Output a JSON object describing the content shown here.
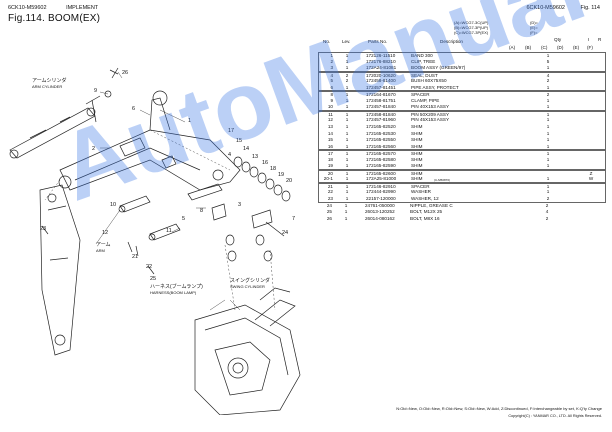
{
  "header": {
    "model_left": "6CK10-M59602",
    "section": "IMPLEMENT",
    "figure_title": "Fig.114.  BOOM(EX)",
    "model_right": "6CK10-M59602",
    "figure_right": "Fig. 114"
  },
  "legend_key": {
    "lines": [
      "(A)=WCG7-3C(UP)",
      "(B)=WCG7-3P(UP)",
      "(C)=WCG7-3P(EX)"
    ],
    "lines2": [
      "(D)=",
      "(E)=",
      "(F)="
    ]
  },
  "table": {
    "headers": {
      "no": "No.",
      "lev": "Lev.",
      "part": "Parts No.",
      "desc": "Description",
      "qty": "Qty",
      "i": "I",
      "r": "R",
      "qty_cols": [
        "(A)",
        "(B)",
        "(C)",
        "(D)",
        "(E)",
        "(F)"
      ]
    },
    "rows": [
      {
        "no": "1",
        "lev": "1",
        "part": "172126-11510",
        "desc": "BAND 300",
        "qty": "1",
        "rem": ""
      },
      {
        "no": "2",
        "lev": "1",
        "part": "172176-88210",
        "desc": "CLIP, TREE",
        "qty": "5",
        "rem": ""
      },
      {
        "no": "3",
        "lev": "1",
        "part": "172A24-81081",
        "desc": "BOOM ASSY (GREEN/97)",
        "qty": "1",
        "rem": ""
      },
      {
        "no": "4",
        "lev": "2",
        "part": "172020-10620",
        "desc": "SEAL, DUST",
        "qty": "4",
        "rem": ""
      },
      {
        "no": "5",
        "lev": "2",
        "part": "172458-81400",
        "desc": "BUSH 60X75X50",
        "qty": "2",
        "rem": ""
      },
      {
        "no": "6",
        "lev": "1",
        "part": "172457-81451",
        "desc": "PIPE ASSY, PROTECT",
        "qty": "1",
        "rem": ""
      },
      {
        "no": "8",
        "lev": "1",
        "part": "172164-81670",
        "desc": "SPACER",
        "qty": "2",
        "rem": ""
      },
      {
        "no": "9",
        "lev": "1",
        "part": "172458-81751",
        "desc": "CLAMP, PIPE",
        "qty": "1",
        "rem": ""
      },
      {
        "no": "10",
        "lev": "1",
        "part": "172457-81840",
        "desc": "PIN 40X153 ASSY",
        "qty": "1",
        "rem": ""
      },
      {
        "no": "11",
        "lev": "1",
        "part": "172458-81840",
        "desc": "PIN 50X209 ASSY",
        "qty": "1",
        "rem": ""
      },
      {
        "no": "12",
        "lev": "1",
        "part": "172457-81960",
        "desc": "PIN 45X153 ASSY",
        "qty": "1",
        "rem": ""
      },
      {
        "no": "13",
        "lev": "1",
        "part": "172165-82520",
        "desc": "SHIM",
        "qty": "1",
        "rem": ""
      },
      {
        "no": "14",
        "lev": "1",
        "part": "172165-82530",
        "desc": "SHIM",
        "qty": "1",
        "rem": ""
      },
      {
        "no": "15",
        "lev": "1",
        "part": "172165-82550",
        "desc": "SHIM",
        "qty": "1",
        "rem": ""
      },
      {
        "no": "16",
        "lev": "1",
        "part": "172165-82560",
        "desc": "SHIM",
        "qty": "1",
        "rem": ""
      },
      {
        "no": "17",
        "lev": "1",
        "part": "172165-82570",
        "desc": "SHIM",
        "qty": "1",
        "rem": ""
      },
      {
        "no": "18",
        "lev": "1",
        "part": "172165-82580",
        "desc": "SHIM",
        "qty": "1",
        "rem": ""
      },
      {
        "no": "19",
        "lev": "1",
        "part": "172165-82590",
        "desc": "SHIM",
        "qty": "1",
        "rem": ""
      },
      {
        "no": "20",
        "lev": "1",
        "part": "172165-82600",
        "desc": "SHIM",
        "qty": "",
        "rem": "Z"
      },
      {
        "no": "20-1",
        "lev": "1",
        "part": "172A25-81000",
        "desc": "SHIM",
        "note": "(C-M50876)",
        "qty": "1",
        "rem": "W"
      },
      {
        "no": "21",
        "lev": "1",
        "part": "172146-82910",
        "desc": "SPACER",
        "qty": "1",
        "rem": ""
      },
      {
        "no": "22",
        "lev": "1",
        "part": "172444-82990",
        "desc": "WASHER",
        "qty": "1",
        "rem": ""
      },
      {
        "no": "23",
        "lev": "1",
        "part": "22157-120000",
        "desc": "WASHER, 12",
        "qty": "2",
        "rem": ""
      },
      {
        "no": "24",
        "lev": "1",
        "part": "24761-050000",
        "desc": "NIPPLE, GREASE C",
        "qty": "2",
        "rem": ""
      },
      {
        "no": "25",
        "lev": "1",
        "part": "26013-120252",
        "desc": "BOLT, M12X 25",
        "qty": "4",
        "rem": ""
      },
      {
        "no": "26",
        "lev": "1",
        "part": "26014-080162",
        "desc": "BOLT, M8X 16",
        "qty": "2",
        "rem": ""
      }
    ]
  },
  "diagram": {
    "arm_cylinder_jp": "アームシリンダ",
    "arm_cylinder_en": "ARM CYLINDER",
    "arm_jp": "アーム",
    "arm_en": "ARM",
    "harness_jp": "ハーネス(ブームランプ)",
    "harness_en": "HARNESS(BOOM LAMP)",
    "swing_cyl_jp": "スイングシリンダ",
    "swing_cyl_en": "SWING CYLINDER",
    "callouts": [
      "26",
      "9",
      "6",
      "2",
      "1",
      "3",
      "17",
      "15",
      "14",
      "4",
      "10",
      "13",
      "16",
      "18",
      "19",
      "20",
      "7",
      "11",
      "8",
      "5",
      "24",
      "21",
      "22",
      "23",
      "25",
      "12"
    ]
  },
  "footnote": "N:Old○New, O:Old○New, R:Old○New, S:Old○New, W:Add, Z:Discontinued, F:Interchangeable by set, K:Q'ty Change",
  "copyright": "Copyright(C) : YANMAR CO., LTD. All Rights Reserved.",
  "watermark": "AutoManual"
}
